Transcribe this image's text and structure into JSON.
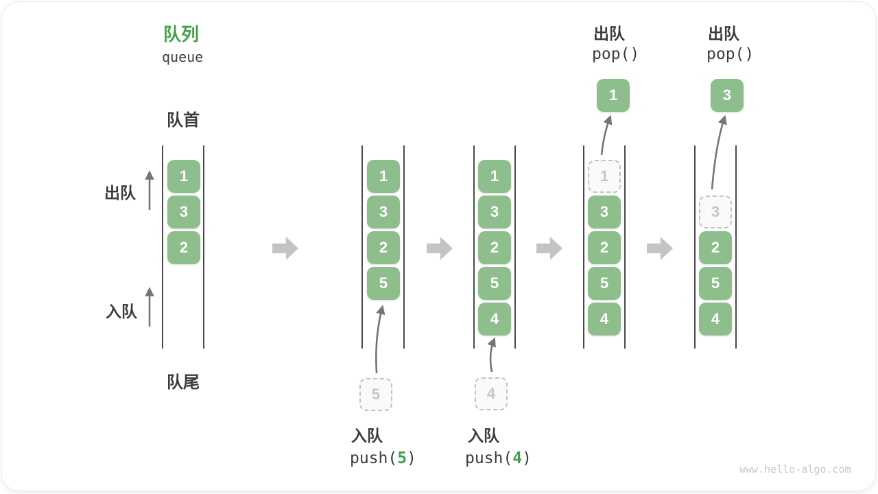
{
  "header": {
    "title_zh": "队列",
    "title_en": "queue"
  },
  "labels": {
    "front": "队首",
    "rear": "队尾",
    "dequeue_side": "出队",
    "enqueue_side": "入队"
  },
  "colors": {
    "accent_green": "#43A047",
    "box_green": "#8DBE8B",
    "ghost_border": "#C2C2C2",
    "block_arrow_gray": "#C4C4C4",
    "rail_dark": "#4A4A4A",
    "text_dark": "#3B3B3B"
  },
  "columns": [
    {
      "name": "state-initial",
      "cells": [
        "1",
        "3",
        "2"
      ]
    },
    {
      "name": "state-after-push-5",
      "cells": [
        "1",
        "3",
        "2",
        "5"
      ],
      "incoming": "5",
      "op_label": "入队",
      "op_code_open": "push(",
      "op_arg": "5",
      "op_code_close": ")"
    },
    {
      "name": "state-after-push-4",
      "cells": [
        "1",
        "3",
        "2",
        "5",
        "4"
      ],
      "incoming": "4",
      "op_label": "入队",
      "op_code_open": "push(",
      "op_arg": "4",
      "op_code_close": ")"
    },
    {
      "name": "state-after-pop-1",
      "ghost": "1",
      "cells": [
        "3",
        "2",
        "5",
        "4"
      ],
      "popped": "1",
      "op_label": "出队",
      "op_code": "pop()"
    },
    {
      "name": "state-after-pop-3",
      "ghost": "3",
      "cells": [
        "2",
        "5",
        "4"
      ],
      "popped": "3",
      "op_label": "出队",
      "op_code": "pop()"
    }
  ],
  "watermark": "www.hello-algo.com"
}
